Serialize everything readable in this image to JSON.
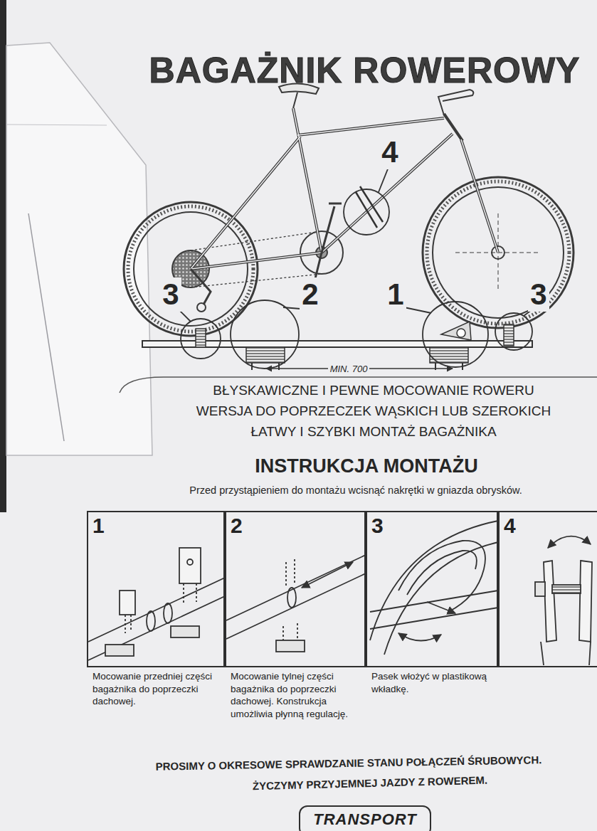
{
  "diagram": {
    "title": "BAGAŻNIK ROWEROWY",
    "nodes": [
      {
        "text": [
          "1",
          "Mocowanie przedniej części bagażnika do poprzeczki dachowej."
        ]
      },
      {
        "text": [
          "2",
          "Mocowanie tylnej części bagażnika do poprzeczki dachowej. Konstrukcja umożliwia płynną regulację."
        ]
      },
      {
        "text": [
          "3",
          "Pasek włożyć w plastikową wkładkę."
        ]
      },
      {
        "text": [
          "4"
        ]
      },
      {
        "text": [
          "TRANSPORT"
        ]
      }
    ],
    "labels": [
      "4",
      "3",
      "2",
      "1",
      "3",
      "MIN. 700",
      "BŁYSKAWICZNE I PEWNE MOCOWANIE ROWERU",
      "WERSJA DO POPRZECZEK WĄSKICH LUB SZEROKICH",
      "ŁATWY I SZYBKI MONTAŻ BAGAŻNIKA",
      "INSTRUKCJA MONTAŻU",
      "Przed przystąpieniem do montażu wcisnąć nakrętki w gniazda obrysków.",
      "PROSIMY O OKRESOWE SPRAWDZANIE STANU POŁĄCZEŃ ŚRUBOWYCH.",
      "ŻYCZYMY PRZYJEMNEJ JAZDY Z ROWEREM."
    ]
  }
}
